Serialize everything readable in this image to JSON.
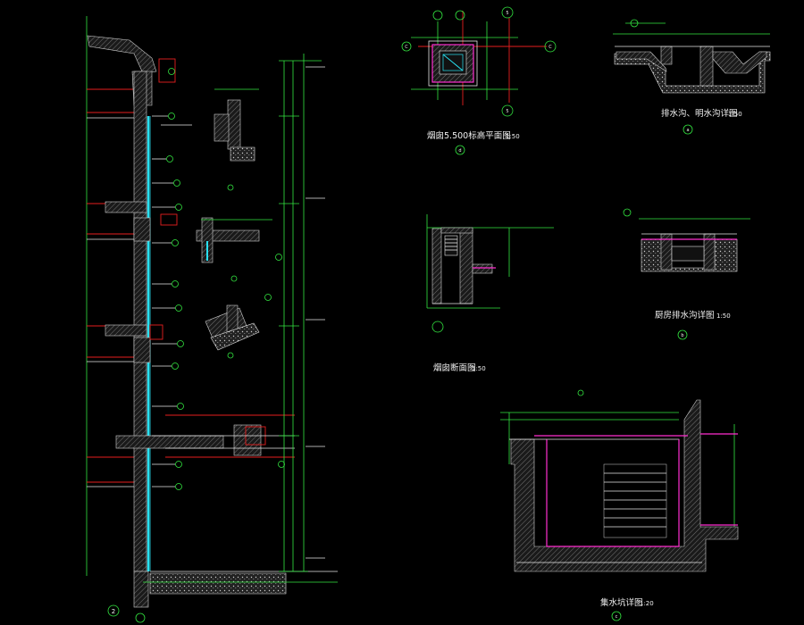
{
  "drawing": {
    "colors": {
      "background": "#000000",
      "wall_outline": "#e6e6e6",
      "dimension": "#33e640",
      "section_cut": "#e61e1e",
      "glazing": "#28e0f0",
      "waterproof": "#ff2ed0",
      "text": "#f2f2f2"
    },
    "details": {
      "wall_section": {
        "label_circle": "2"
      },
      "chimney_plan": {
        "title": "烟囱5.500标高平面图",
        "scale": "1:50",
        "label_circle": "d"
      },
      "drain_ditch": {
        "title": "排水沟、明水沟详图",
        "scale": "1:50",
        "label_circle": "a"
      },
      "chimney_section": {
        "title": "烟囱断面图",
        "scale": "1:50"
      },
      "kitchen_drain": {
        "title": "厨房排水沟详图",
        "scale": "1:50",
        "label_circle": "b"
      },
      "sump_pit": {
        "title": "集水坑详图",
        "scale": "1:20",
        "label_circle": "c"
      }
    },
    "axis_labels": [
      "C",
      "C",
      "5",
      "5"
    ]
  }
}
